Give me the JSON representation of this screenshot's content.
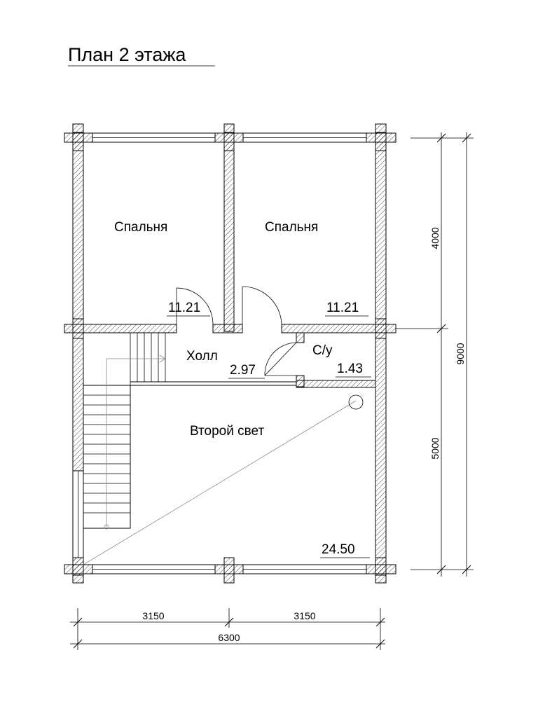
{
  "title": "План 2 этажа",
  "rooms": {
    "bedroom_left": {
      "name": "Спальня",
      "area": "11.21"
    },
    "bedroom_right": {
      "name": "Спальня",
      "area": "11.21"
    },
    "hall": {
      "name": "Холл",
      "area": "2.97"
    },
    "wc": {
      "name": "С/у",
      "area": "1.43"
    },
    "second_light": {
      "name": "Второй свет",
      "area": "24.50"
    }
  },
  "dimensions": {
    "right": {
      "upper": "4000",
      "lower": "5000",
      "total": "9000"
    },
    "bottom": {
      "left": "3150",
      "right": "3150",
      "total": "6300"
    }
  }
}
